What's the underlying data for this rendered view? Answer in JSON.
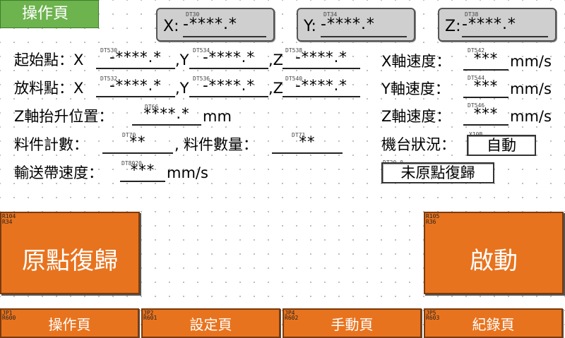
{
  "page_tab": "操作頁",
  "coords": [
    {
      "label": "X:",
      "tag": "DT30",
      "value": "-****.*"
    },
    {
      "label": "Y:",
      "tag": "DT34",
      "value": "-****.*"
    },
    {
      "label": "Z:",
      "tag": "DT38",
      "value": "-****.*"
    }
  ],
  "start_point": {
    "label": "起始點：X",
    "x": {
      "tag": "DT530",
      "value": "-****.*"
    },
    "sep_y": ",Y",
    "y": {
      "tag": "DT534",
      "value": "-****.*"
    },
    "sep_z": ",Z",
    "z": {
      "tag": "DT538",
      "value": "-****.*"
    }
  },
  "place_point": {
    "label": "放料點：X",
    "x": {
      "tag": "DT532",
      "value": "-****.*"
    },
    "sep_y": ",Y",
    "y": {
      "tag": "DT536",
      "value": "-****.*"
    },
    "sep_z": ",Z",
    "z": {
      "tag": "DT540",
      "value": "-****.*"
    }
  },
  "z_lift": {
    "label": "Z軸抬升位置：",
    "tag": "DT66",
    "value": "****.*",
    "unit": "mm"
  },
  "part_count": {
    "label": "料件計數：",
    "tag": "DT70",
    "value": "**",
    "sep": ",",
    "qty_label": "料件數量：",
    "qty_tag": "DT71",
    "qty_value": "**"
  },
  "conveyor_speed": {
    "label": "輸送帶速度：",
    "tag": "DT8020",
    "value": "***",
    "unit": "mm/s"
  },
  "speeds": [
    {
      "label": "X軸速度：",
      "tag": "DT542",
      "value": "***",
      "unit": "mm/s"
    },
    {
      "label": "Y軸速度：",
      "tag": "DT544",
      "value": "***",
      "unit": "mm/s"
    },
    {
      "label": "Z軸速度：",
      "tag": "DT546",
      "value": "***",
      "unit": "mm/s"
    }
  ],
  "machine_status": {
    "label": "機台狀況：",
    "tag": "X10B",
    "value": "自動"
  },
  "home_status": {
    "tag": "DT20-0",
    "value": "未原點復歸"
  },
  "home_button": {
    "tag1": "R104",
    "tag2": "R34",
    "label": "原點復歸"
  },
  "start_button": {
    "tag1": "R105",
    "tag2": "R36",
    "label": "啟動"
  },
  "nav": [
    {
      "tag1": "JP1",
      "tag2": "R600",
      "label": "操作頁"
    },
    {
      "tag1": "JP2",
      "tag2": "R601",
      "label": "設定頁"
    },
    {
      "tag1": "JP4",
      "tag2": "R602",
      "label": "手動頁"
    },
    {
      "tag1": "JP5",
      "tag2": "R603",
      "label": "紀錄頁"
    }
  ]
}
